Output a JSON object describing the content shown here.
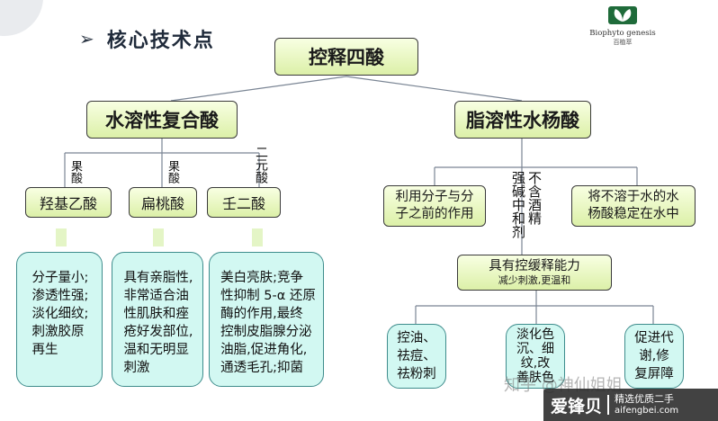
{
  "header": {
    "title": "核心技术点",
    "bullet": "➢"
  },
  "logo": {
    "brand": "Biophyto genesis",
    "sub": "百植萃"
  },
  "root": {
    "label": "控释四酸"
  },
  "branch_left": {
    "label": "水溶性复合酸"
  },
  "branch_right": {
    "label": "脂溶性水杨酸"
  },
  "left_children": [
    {
      "label": "羟基乙酸",
      "connector": "果酸",
      "desc": "分子量小;\n渗透性强;\n淡化细纹;\n刺激胶原\n再生"
    },
    {
      "label": "扁桃酸",
      "connector": "果酸",
      "desc": "具有亲脂性,\n非常适合油\n性肌肤和痤\n疮好发部位,\n温和无明显\n刺激"
    },
    {
      "label": "壬二酸",
      "connector": "二元酸",
      "desc": "美白亮肤;竞争\n性抑制 5-α 还原\n酶的作用,最终\n控制皮脂腺分泌\n油脂,促进角化,\n通透毛孔;抑菌"
    }
  ],
  "right_children": [
    {
      "label": "利用分子与分\n子之前的作用"
    },
    {
      "vertical": "强碱中和剂"
    },
    {
      "vertical": "不含酒精"
    },
    {
      "label": "将不溶于水的水\n杨酸稳定在水中"
    }
  ],
  "release": {
    "label": "具有控缓释能力",
    "sub": "减少刺激,更温和"
  },
  "effects": [
    {
      "label": "控油、\n祛痘、\n祛粉刺"
    },
    {
      "label": "淡化色\n沉、细\n纹,改\n善肤色"
    },
    {
      "label": "促进代\n谢,修\n复屏障"
    }
  ],
  "watermark": {
    "zh": "知乎 @神仙姐姐",
    "site_cn": "爱锋贝",
    "tag": "精选优质二手",
    "url": "aifengbei.com"
  },
  "colors": {
    "box_fill": "#dcf0a8",
    "cyan_fill": "#d2f8f2",
    "title": "#1f2a3a"
  }
}
